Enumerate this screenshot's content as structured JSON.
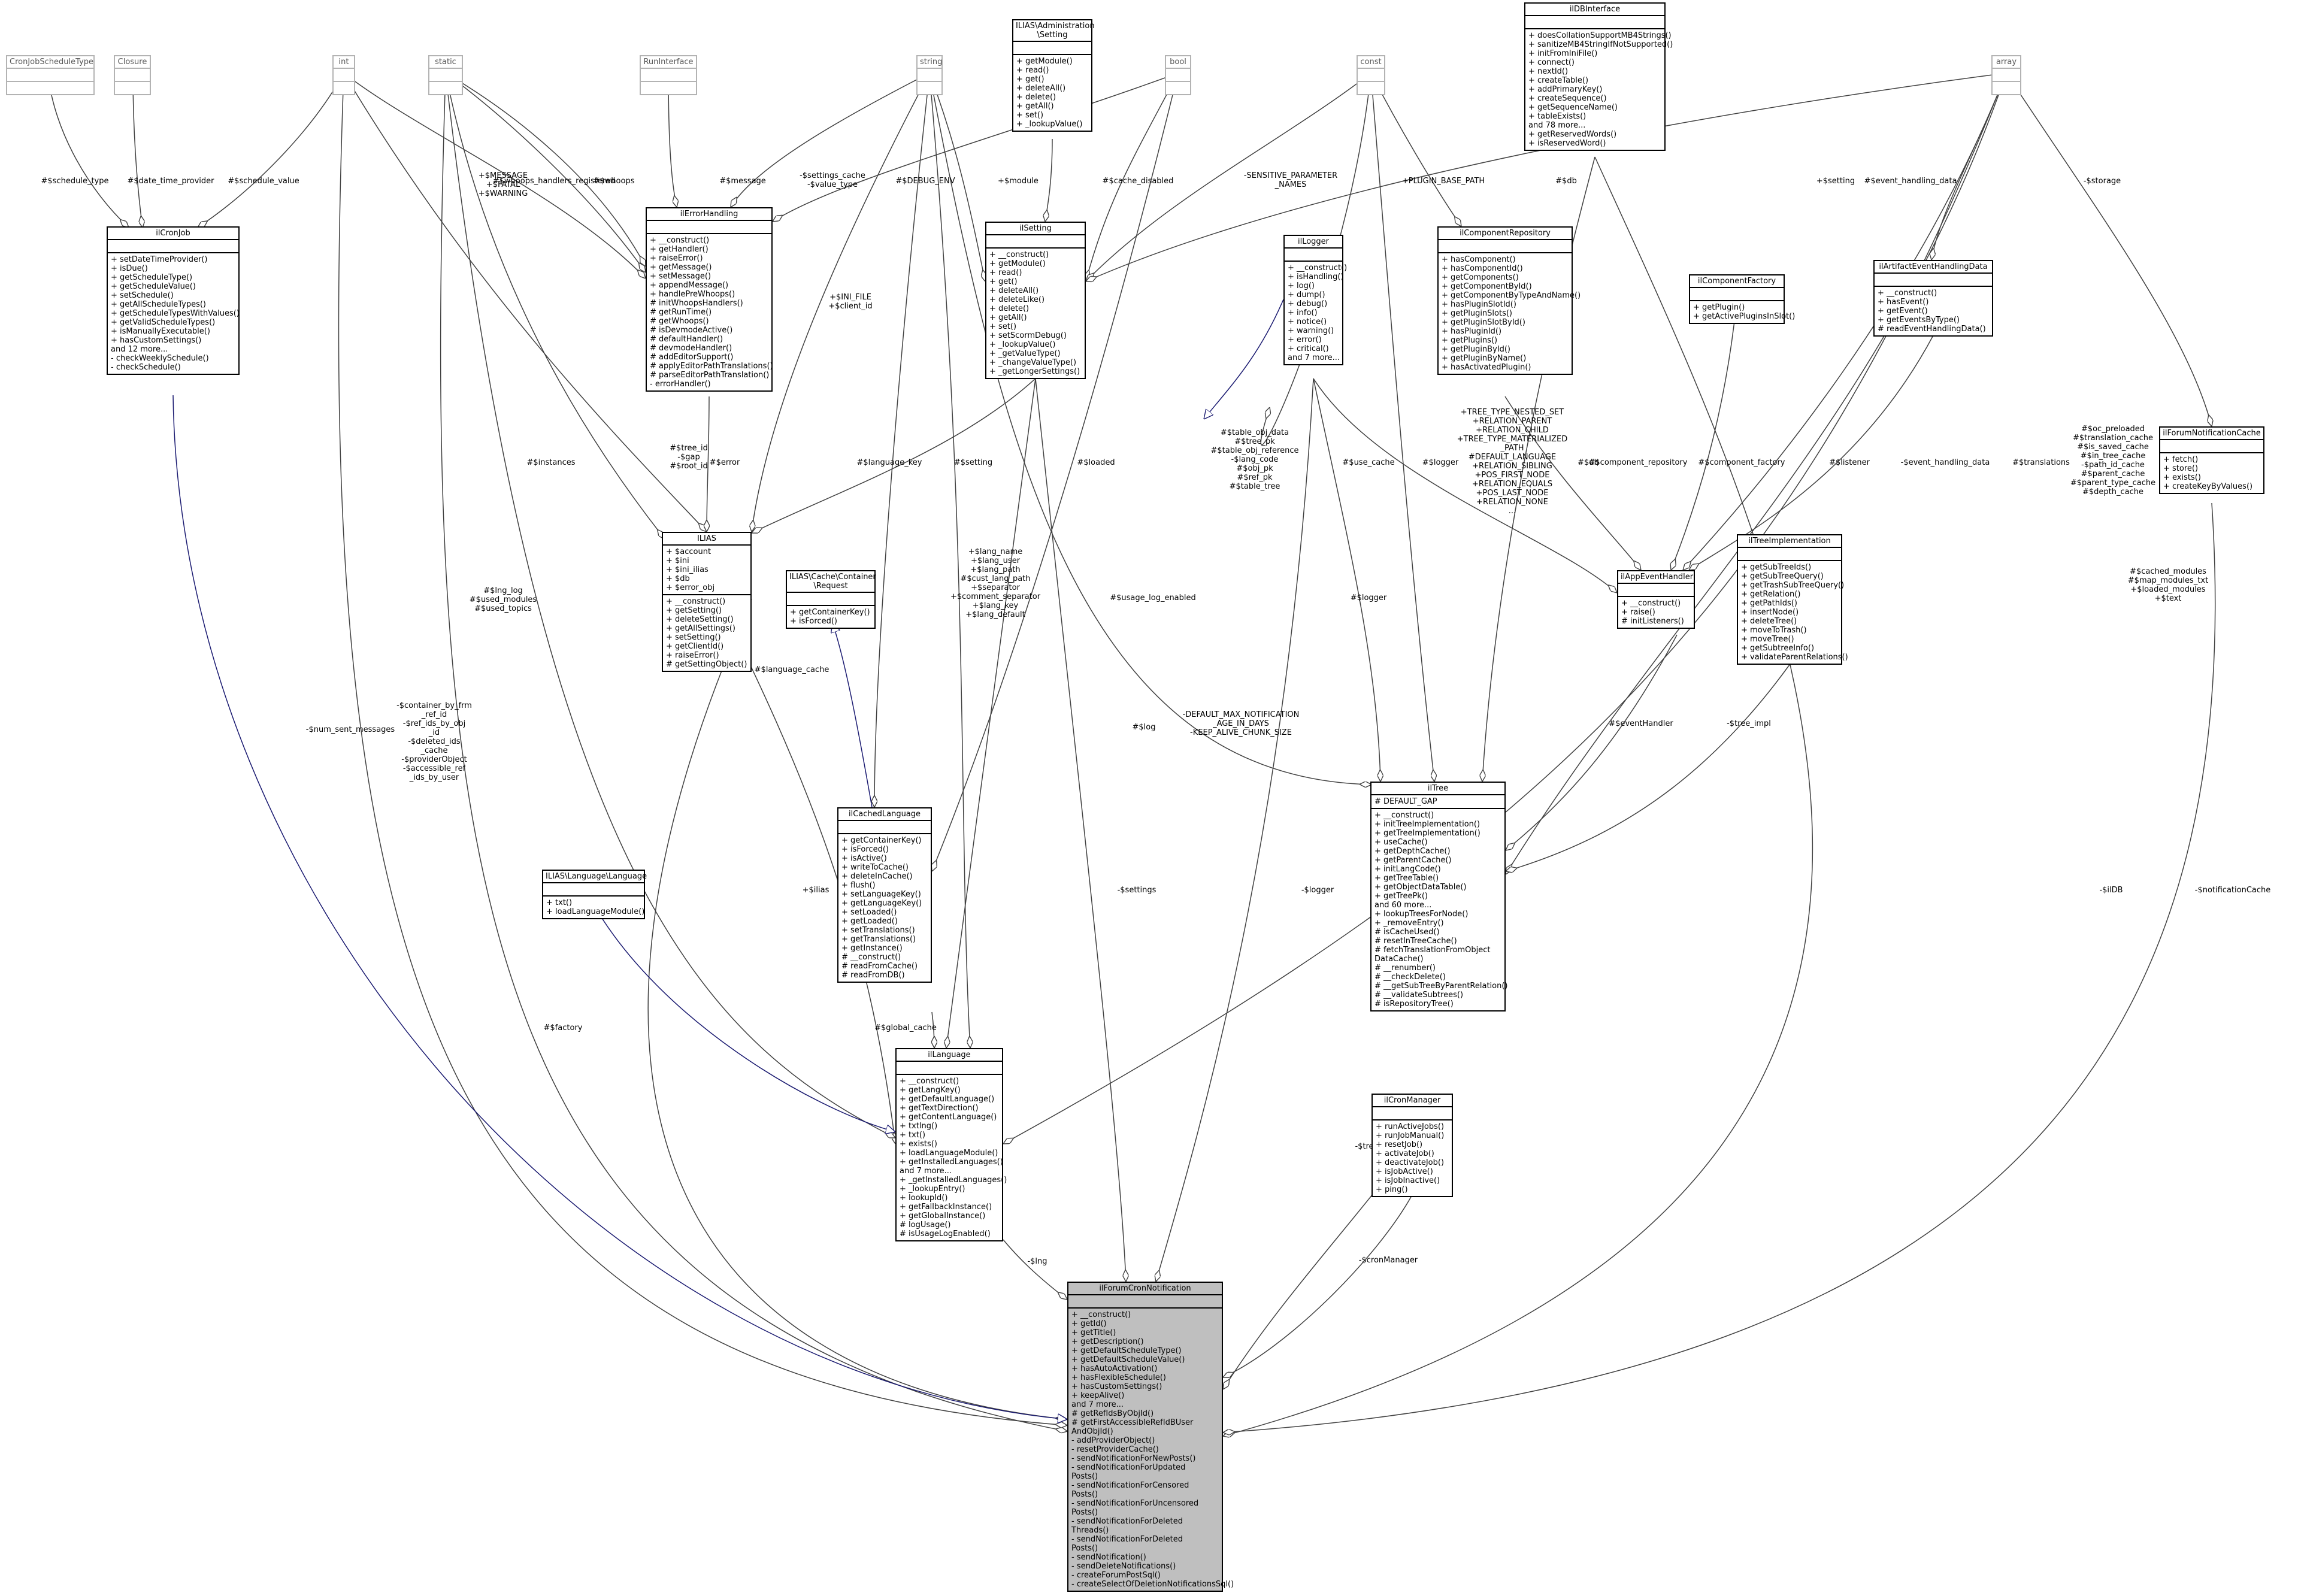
{
  "nodes": [
    {
      "id": "CronJobScheduleType",
      "title": "CronJobScheduleType",
      "stub": true,
      "attrs": [],
      "methods": []
    },
    {
      "id": "Closure",
      "title": "Closure",
      "stub": true,
      "attrs": [],
      "methods": []
    },
    {
      "id": "int",
      "title": "int",
      "stub": true,
      "attrs": [],
      "methods": []
    },
    {
      "id": "static",
      "title": "static",
      "stub": true,
      "attrs": [],
      "methods": []
    },
    {
      "id": "RunInterface",
      "title": "RunInterface",
      "stub": true,
      "attrs": [],
      "methods": []
    },
    {
      "id": "string",
      "title": "string",
      "stub": true,
      "attrs": [],
      "methods": []
    },
    {
      "id": "ILIASAdminSetting",
      "title": "ILIAS\\Administration\n\\Setting",
      "attrs": [],
      "methods": [
        "+ getModule()",
        "+ read()",
        "+ get()",
        "+ deleteAll()",
        "+ delete()",
        "+ getAll()",
        "+ set()",
        "+ _lookupValue()"
      ]
    },
    {
      "id": "bool",
      "title": "bool",
      "stub": true,
      "attrs": [],
      "methods": []
    },
    {
      "id": "const",
      "title": "const",
      "stub": true,
      "attrs": [],
      "methods": []
    },
    {
      "id": "ilDBInterface",
      "title": "ilDBInterface",
      "attrs": [],
      "methods": [
        "+ doesCollationSupportMB4Strings()",
        "+ sanitizeMB4StringIfNotSupported()",
        "+ initFromIniFile()",
        "+ connect()",
        "+ nextId()",
        "+ createTable()",
        "+ addPrimaryKey()",
        "+ createSequence()",
        "+ getSequenceName()",
        "+ tableExists()",
        "and 78 more...",
        "+ getReservedWords()",
        "+ isReservedWord()"
      ]
    },
    {
      "id": "array",
      "title": "array",
      "stub": true,
      "attrs": [],
      "methods": []
    },
    {
      "id": "ilCronJob",
      "title": "ilCronJob",
      "attrs": [],
      "methods": [
        "+ setDateTimeProvider()",
        "+ isDue()",
        "+ getScheduleType()",
        "+ getScheduleValue()",
        "+ setSchedule()",
        "+ getAllScheduleTypes()",
        "+ getScheduleTypesWithValues()",
        "+ getValidScheduleTypes()",
        "+ isManuallyExecutable()",
        "+ hasCustomSettings()",
        "and 12 more...",
        "- checkWeeklySchedule()",
        "- checkSchedule()"
      ]
    },
    {
      "id": "ilErrorHandling",
      "title": "ilErrorHandling",
      "attrs": [],
      "methods": [
        "+ __construct()",
        "+ getHandler()",
        "+ raiseError()",
        "+ getMessage()",
        "+ setMessage()",
        "+ appendMessage()",
        "+ handlePreWhoops()",
        "# initWhoopsHandlers()",
        "# getRunTime()",
        "# getWhoops()",
        "# isDevmodeActive()",
        "# defaultHandler()",
        "# devmodeHandler()",
        "# addEditorSupport()",
        "# applyEditorPathTranslations()",
        "# parseEditorPathTranslation()",
        "- errorHandler()"
      ]
    },
    {
      "id": "ilSetting",
      "title": "ilSetting",
      "attrs": [],
      "methods": [
        "+ __construct()",
        "+ getModule()",
        "+ read()",
        "+ get()",
        "+ deleteAll()",
        "+ deleteLike()",
        "+ delete()",
        "+ getAll()",
        "+ set()",
        "+ setScormDebug()",
        "+ _lookupValue()",
        "+ _getValueType()",
        "+ _changeValueType()",
        "+ _getLongerSettings()"
      ]
    },
    {
      "id": "ilLogger",
      "title": "ilLogger",
      "attrs": [],
      "methods": [
        "+ __construct()",
        "+ isHandling()",
        "+ log()",
        "+ dump()",
        "+ debug()",
        "+ info()",
        "+ notice()",
        "+ warning()",
        "+ error()",
        "+ critical()",
        "and 7 more..."
      ]
    },
    {
      "id": "ilComponentRepository",
      "title": "ilComponentRepository",
      "attrs": [],
      "methods": [
        "+ hasComponent()",
        "+ hasComponentId()",
        "+ getComponents()",
        "+ getComponentById()",
        "+ getComponentByTypeAndName()",
        "+ hasPluginSlotId()",
        "+ getPluginSlots()",
        "+ getPluginSlotById()",
        "+ hasPluginId()",
        "+ getPlugins()",
        "+ getPluginById()",
        "+ getPluginByName()",
        "+ hasActivatedPlugin()"
      ]
    },
    {
      "id": "ilComponentFactory",
      "title": "ilComponentFactory",
      "attrs": [],
      "methods": [
        "+ getPlugin()",
        "+ getActivePluginsInSlot()"
      ]
    },
    {
      "id": "ilArtifactEventHandlingData",
      "title": "ilArtifactEventHandlingData",
      "attrs": [],
      "methods": [
        "+ __construct()",
        "+ hasEvent()",
        "+ getEvent()",
        "+ getEventsByType()",
        "# readEventHandlingData()"
      ]
    },
    {
      "id": "ilForumNotificationCache",
      "title": "ilForumNotificationCache",
      "attrs": [],
      "methods": [
        "+ fetch()",
        "+ store()",
        "+ exists()",
        "+ createKeyByValues()"
      ]
    },
    {
      "id": "ILIAS",
      "title": "ILIAS",
      "attrs": [
        "+ $account",
        "+ $ini",
        "+ $ini_ilias",
        "+ $db",
        "+ $error_obj"
      ],
      "methods": [
        "+ __construct()",
        "+ getSetting()",
        "+ deleteSetting()",
        "+ getAllSettings()",
        "+ setSetting()",
        "+ getClientId()",
        "+ raiseError()",
        "# getSettingObject()"
      ]
    },
    {
      "id": "ILIASCacheRequest",
      "title": "ILIAS\\Cache\\Container\n\\Request",
      "attrs": [],
      "methods": [
        "+ getContainerKey()",
        "+ isForced()"
      ]
    },
    {
      "id": "ilAppEventHandler",
      "title": "ilAppEventHandler",
      "attrs": [],
      "methods": [
        "+ __construct()",
        "+ raise()",
        "# initListeners()"
      ]
    },
    {
      "id": "ilTreeImplementation",
      "title": "ilTreeImplementation",
      "attrs": [],
      "methods": [
        "+ getSubTreeIds()",
        "+ getSubTreeQuery()",
        "+ getTrashSubTreeQuery()",
        "+ getRelation()",
        "+ getPathIds()",
        "+ insertNode()",
        "+ deleteTree()",
        "+ moveToTrash()",
        "+ moveTree()",
        "+ getSubtreeInfo()",
        "+ validateParentRelations()"
      ]
    },
    {
      "id": "ilCachedLanguage",
      "title": "ilCachedLanguage",
      "attrs": [],
      "methods": [
        "+ getContainerKey()",
        "+ isForced()",
        "+ isActive()",
        "+ writeToCache()",
        "+ deleteInCache()",
        "+ flush()",
        "+ setLanguageKey()",
        "+ getLanguageKey()",
        "+ setLoaded()",
        "+ getLoaded()",
        "+ setTranslations()",
        "+ getTranslations()",
        "+ getInstance()",
        "# __construct()",
        "# readFromCache()",
        "# readFromDB()"
      ]
    },
    {
      "id": "ilTree",
      "title": "ilTree",
      "attrs": [
        "# DEFAULT_GAP"
      ],
      "methods": [
        "+ __construct()",
        "+ initTreeImplementation()",
        "+ getTreeImplementation()",
        "+ useCache()",
        "+ getDepthCache()",
        "+ getParentCache()",
        "+ initLangCode()",
        "+ getTreeTable()",
        "+ getObjectDataTable()",
        "+ getTreePk()",
        "and 60 more...",
        "+ lookupTreesForNode()",
        "+ _removeEntry()",
        "# isCacheUsed()",
        "# resetInTreeCache()",
        "# fetchTranslationFromObject",
        "DataCache()",
        "# __renumber()",
        "# __checkDelete()",
        "# __getSubTreeByParentRelation()",
        "# __validateSubtrees()",
        "# isRepositoryTree()"
      ]
    },
    {
      "id": "ILIASLanguage",
      "title": "ILIAS\\Language\\Language",
      "attrs": [],
      "methods": [
        "+ txt()",
        "+ loadLanguageModule()"
      ]
    },
    {
      "id": "ilLanguage",
      "title": "ilLanguage",
      "attrs": [],
      "methods": [
        "+ __construct()",
        "+ getLangKey()",
        "+ getDefaultLanguage()",
        "+ getTextDirection()",
        "+ getContentLanguage()",
        "+ txtlng()",
        "+ txt()",
        "+ exists()",
        "+ loadLanguageModule()",
        "+ getInstalledLanguages()",
        "and 7 more...",
        "+ _getInstalledLanguages()",
        "+ _lookupEntry()",
        "+ lookupId()",
        "+ getFallbackInstance()",
        "+ getGlobalInstance()",
        "# logUsage()",
        "# isUsageLogEnabled()"
      ]
    },
    {
      "id": "ilCronManager",
      "title": "ilCronManager",
      "attrs": [],
      "methods": [
        "+ runActiveJobs()",
        "+ runJobManual()",
        "+ resetJob()",
        "+ activateJob()",
        "+ deactivateJob()",
        "+ isJobActive()",
        "+ isJobInactive()",
        "+ ping()"
      ]
    },
    {
      "id": "ilForumCronNotification",
      "title": "ilForumCronNotification",
      "focus": true,
      "attrs": [],
      "methods": [
        "+ __construct()",
        "+ getId()",
        "+ getTitle()",
        "+ getDescription()",
        "+ getDefaultScheduleType()",
        "+ getDefaultScheduleValue()",
        "+ hasAutoActivation()",
        "+ hasFlexibleSchedule()",
        "+ hasCustomSettings()",
        "+ keepAlive()",
        "and 7 more...",
        "# getRefIdsByObjId()",
        "# getFirstAccessibleRefIdBUser",
        "AndObjId()",
        "- addProviderObject()",
        "- resetProviderCache()",
        "- sendNotificationForNewPosts()",
        "- sendNotificationForUpdated",
        "Posts()",
        "- sendNotificationForCensored",
        "Posts()",
        "- sendNotificationForUncensored",
        "Posts()",
        "- sendNotificationForDeleted",
        "Threads()",
        "- sendNotificationForDeleted",
        "Posts()",
        "- sendNotification()",
        "- sendDeleteNotifications()",
        "- createForumPostSql()",
        "- createSelectOfDeletionNotificationsSql()"
      ]
    }
  ],
  "edge_labels": [
    {
      "id": "l_schedule_type",
      "text": "#$schedule_type"
    },
    {
      "id": "l_date_time_provider",
      "text": "#$date_time_provider"
    },
    {
      "id": "l_schedule_value",
      "text": "#$schedule_value"
    },
    {
      "id": "l_message_fatal",
      "text": "+$MESSAGE\n+$FATAL\n+$WARNING"
    },
    {
      "id": "l_whoops_registered",
      "text": "#$whoops_handlers_registered"
    },
    {
      "id": "l_whoops",
      "text": "#$whoops"
    },
    {
      "id": "l_message",
      "text": "#$message"
    },
    {
      "id": "l_settings_cache",
      "text": "-$settings_cache\n-$value_type"
    },
    {
      "id": "l_debug_env",
      "text": "#$DEBUG_ENV"
    },
    {
      "id": "l_module",
      "text": "+$module"
    },
    {
      "id": "l_cache_disabled",
      "text": "#$cache_disabled"
    },
    {
      "id": "l_sensitive",
      "text": "-SENSITIVE_PARAMETER\n_NAMES"
    },
    {
      "id": "l_plugin_base_path",
      "text": "+PLUGIN_BASE_PATH"
    },
    {
      "id": "l_db_setting",
      "text": "#$db"
    },
    {
      "id": "l_setting_arr",
      "text": "+$setting"
    },
    {
      "id": "l_event_handling_data",
      "text": "#$event_handling_data"
    },
    {
      "id": "l_storage",
      "text": "-$storage"
    },
    {
      "id": "l_ini_file",
      "text": "+$INI_FILE\n+$client_id"
    },
    {
      "id": "l_tree_id",
      "text": "#$tree_id\n-$gap\n#$root_id"
    },
    {
      "id": "l_error",
      "text": "#$error"
    },
    {
      "id": "l_setting",
      "text": "#$setting"
    },
    {
      "id": "l_instances",
      "text": "#$instances"
    },
    {
      "id": "l_language_key",
      "text": "#$language_key"
    },
    {
      "id": "l_loaded",
      "text": "#$loaded"
    },
    {
      "id": "l_table_obj_data",
      "text": "#$table_obj_data\n#$tree_pk\n#$table_obj_reference\n-$lang_code\n#$obj_pk\n#$ref_pk\n#$table_tree"
    },
    {
      "id": "l_use_cache",
      "text": "#$use_cache"
    },
    {
      "id": "l_logger_app",
      "text": "#$logger"
    },
    {
      "id": "l_tree_type",
      "text": "+TREE_TYPE_NESTED_SET\n+RELATION_PARENT\n+RELATION_CHILD\n+TREE_TYPE_MATERIALIZED\n_PATH\n#DEFAULT_LANGUAGE\n+RELATION_SIBLING\n+POS_FIRST_NODE\n+RELATION_EQUALS\n+POS_LAST_NODE\n+RELATION_NONE\n..."
    },
    {
      "id": "l_db_tree",
      "text": "#$db"
    },
    {
      "id": "l_component_repository",
      "text": "#$component_repository"
    },
    {
      "id": "l_component_factory",
      "text": "#$component_factory"
    },
    {
      "id": "l_listener",
      "text": "#$listener"
    },
    {
      "id": "l_event_handling_data2",
      "text": "-$event_handling_data"
    },
    {
      "id": "l_translations",
      "text": "#$translations"
    },
    {
      "id": "l_oc_preloaded",
      "text": "#$oc_preloaded\n#$translation_cache\n#$is_saved_cache\n#$in_tree_cache\n-$path_id_cache\n#$parent_cache\n#$parent_type_cache\n#$depth_cache"
    },
    {
      "id": "l_lang_name",
      "text": "+$lang_name\n+$lang_user\n+$lang_path\n#$cust_lang_path\n+$separator\n+$comment_separator\n+$lang_key\n+$lang_default"
    },
    {
      "id": "l_lng_log",
      "text": "#$lng_log\n#$used_modules\n#$used_topics"
    },
    {
      "id": "l_language_cache",
      "text": "#$language_cache"
    },
    {
      "id": "l_usage_log_enabled",
      "text": "#$usage_log_enabled"
    },
    {
      "id": "l_log",
      "text": "#$log"
    },
    {
      "id": "l_logger_tree",
      "text": "#$logger"
    },
    {
      "id": "l_default_max",
      "text": "-DEFAULT_MAX_NOTIFICATION\n_AGE_IN_DAYS\n-KEEP_ALIVE_CHUNK_SIZE"
    },
    {
      "id": "l_event_handler",
      "text": "#$eventHandler"
    },
    {
      "id": "l_tree_impl",
      "text": "-$tree_impl"
    },
    {
      "id": "l_cached_modules",
      "text": "#$cached_modules\n#$map_modules_txt\n+$loaded_modules\n+$text"
    },
    {
      "id": "l_num_sent",
      "text": "-$num_sent_messages"
    },
    {
      "id": "l_container_by_frm",
      "text": "-$container_by_frm\n_ref_id\n-$ref_ids_by_obj\n_id\n-$deleted_ids\n_cache\n-$providerObject\n-$accessible_ref\n_ids_by_user"
    },
    {
      "id": "l_ilias",
      "text": "+$ilias"
    },
    {
      "id": "l_settings",
      "text": "-$settings"
    },
    {
      "id": "l_logger_focus",
      "text": "-$logger"
    },
    {
      "id": "l_ildb",
      "text": "-$ilDB"
    },
    {
      "id": "l_notification_cache",
      "text": "-$notificationCache"
    },
    {
      "id": "l_global_cache",
      "text": "#$global_cache"
    },
    {
      "id": "l_factory",
      "text": "#$factory"
    },
    {
      "id": "l_lng",
      "text": "-$lng"
    },
    {
      "id": "l_tree",
      "text": "-$tree"
    },
    {
      "id": "l_cron_manager",
      "text": "-$cronManager"
    }
  ]
}
